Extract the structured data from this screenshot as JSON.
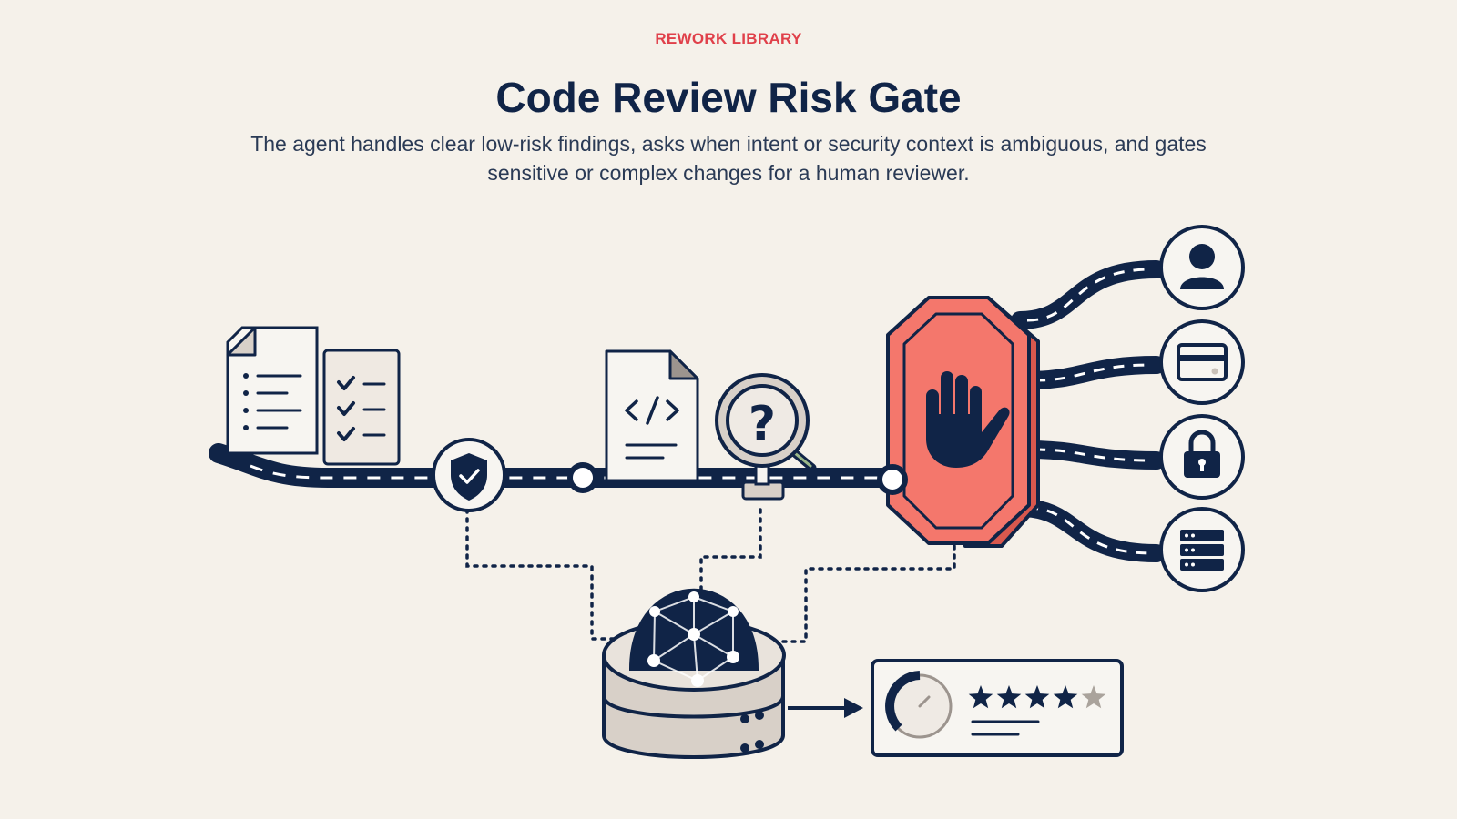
{
  "header": {
    "eyebrow": "REWORK LIBRARY",
    "title": "Code Review Risk Gate",
    "subtitle": "The agent handles clear low-risk findings, asks when intent or security context is ambiguous, and gates sensitive or complex changes for a human reviewer."
  },
  "colors": {
    "background": "#f5f1ea",
    "navy": "#102447",
    "accent_red": "#e0404a",
    "stop_fill": "#f4776c",
    "paper": "#f7f5f1",
    "grey": "#d8d0c8"
  },
  "diagram": {
    "nodes": [
      {
        "id": "findings-documents",
        "icon": "document-list-icon"
      },
      {
        "id": "checklist",
        "icon": "checklist-icon"
      },
      {
        "id": "shield-check",
        "icon": "shield-check-icon"
      },
      {
        "id": "code-file",
        "icon": "code-file-icon"
      },
      {
        "id": "question-magnifier",
        "icon": "magnifier-question-icon"
      },
      {
        "id": "stop-gate",
        "icon": "hand-stop-icon"
      },
      {
        "id": "knowledge-base",
        "icon": "network-dome-database-icon"
      },
      {
        "id": "rating-card",
        "icon": "gauge-rating-icon",
        "rating": 4,
        "rating_max": 5
      }
    ],
    "outputs": [
      {
        "id": "human-reviewer",
        "icon": "person-icon"
      },
      {
        "id": "payments",
        "icon": "credit-card-icon"
      },
      {
        "id": "security",
        "icon": "lock-icon"
      },
      {
        "id": "infrastructure",
        "icon": "server-icon"
      }
    ]
  }
}
